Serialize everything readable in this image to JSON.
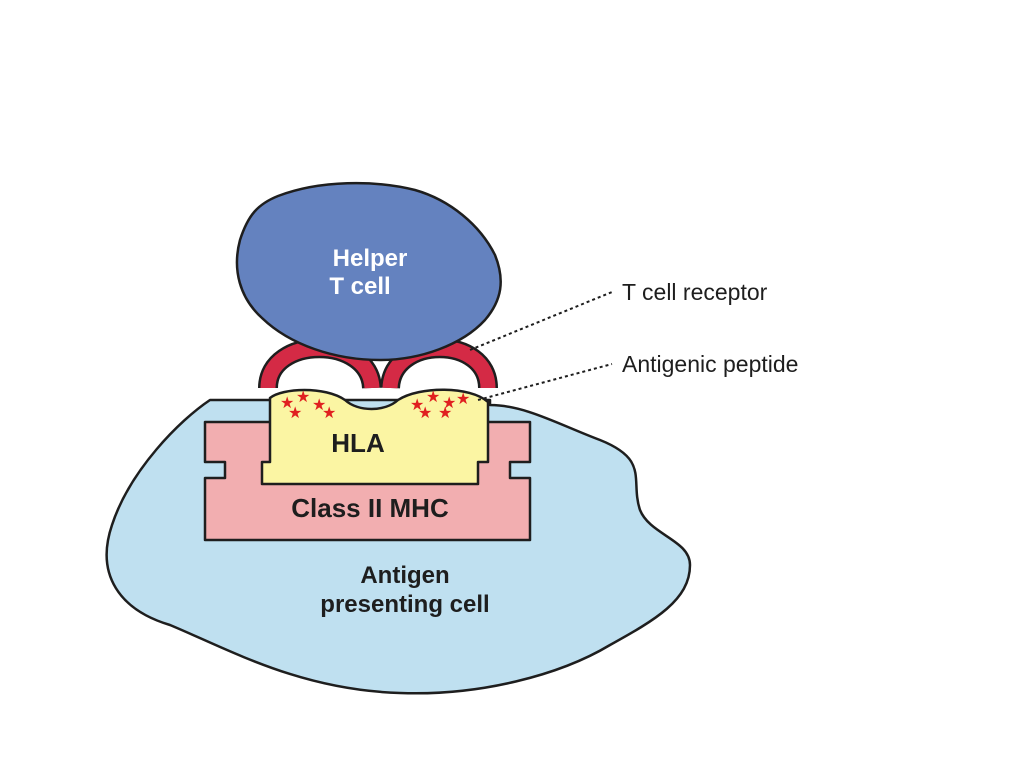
{
  "diagram": {
    "helper_cell": {
      "line1": "Helper",
      "line2": "T cell"
    },
    "callouts": {
      "tcr": "T cell receptor",
      "peptide": "Antigenic peptide"
    },
    "hla": "HLA",
    "mhc": "Class II MHC",
    "apc": {
      "line1": "Antigen",
      "line2": "presenting cell"
    },
    "colors": {
      "helper_fill": "#6482bf",
      "receptor": "#d42a45",
      "hla_fill": "#fbf5a3",
      "mhc_fill": "#f2aeb0",
      "apc_fill": "#bfe0f0",
      "peptide_star": "#e02020",
      "outline": "#1e1e1e"
    }
  }
}
